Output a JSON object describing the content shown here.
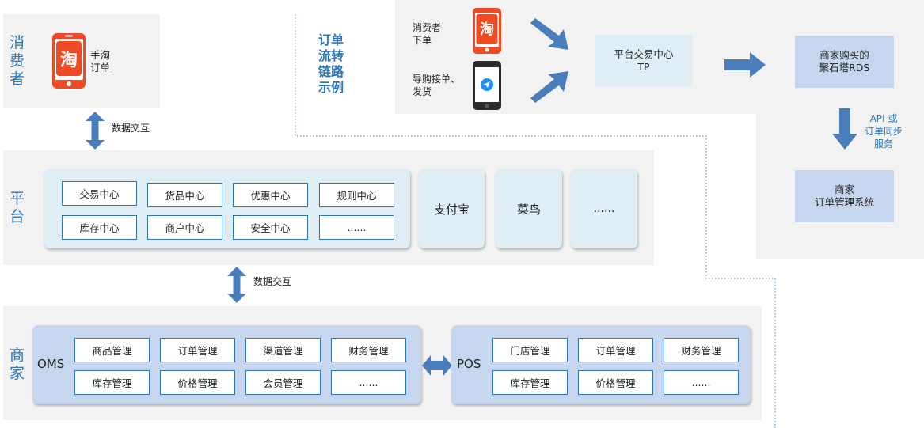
{
  "consumer": {
    "title": "消费者",
    "app_label": "手淘\n订单",
    "taobao_icon_char": "淘"
  },
  "exchange_top": {
    "label": "数据交互"
  },
  "exchange_mid": {
    "label": "数据交互"
  },
  "platform": {
    "title": "平台",
    "modules": [
      "交易中心",
      "货品中心",
      "优惠中心",
      "规则中心",
      "库存中心",
      "商户中心",
      "安全中心",
      "......"
    ],
    "services": [
      "支付宝",
      "菜鸟",
      "......"
    ]
  },
  "merchant": {
    "title": "商家",
    "oms": {
      "label": "OMS",
      "modules": [
        "商品管理",
        "订单管理",
        "渠道管理",
        "财务管理",
        "库存管理",
        "价格管理",
        "会员管理",
        "......"
      ]
    },
    "pos": {
      "label": "POS",
      "modules": [
        "门店管理",
        "订单管理",
        "财务管理",
        "库存管理",
        "价格管理",
        "......"
      ]
    }
  },
  "order_flow": {
    "title": "订单流转链路示例",
    "consumer_step": "消费者\n下单",
    "guide_step": "导购接单、\n发货",
    "tp_box": "平台交易中心\nTP",
    "rds_box": "商家购买的\n聚石塔RDS",
    "sync_label": "API 或\n订单同步\n服务",
    "merchant_box": "商家\n订单管理系统"
  },
  "colors": {
    "accent_blue": "#2e75b6",
    "arrow_blue": "#4a7ebb",
    "panel_gray": "#f2f2f2",
    "light_group": "#deeef4",
    "blue_group": "#c5d6ee",
    "taobao_red": "#f04a24"
  }
}
